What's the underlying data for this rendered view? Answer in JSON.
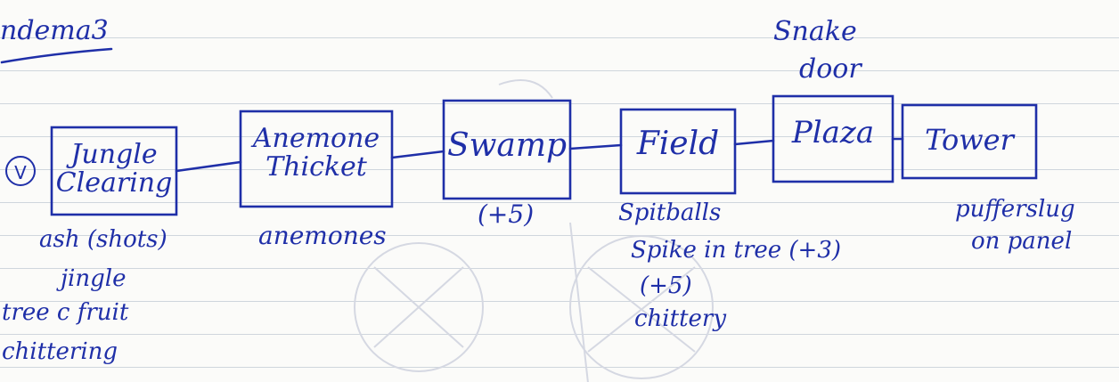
{
  "title": "ndema3",
  "start_marker": "V",
  "rooms": [
    {
      "id": "jungle-clearing",
      "line1": "Jungle",
      "line2": "Clearing"
    },
    {
      "id": "anemone-thicket",
      "line1": "Anemone",
      "line2": "Thicket"
    },
    {
      "id": "swamp",
      "line1": "Swamp",
      "line2": ""
    },
    {
      "id": "field",
      "line1": "Field",
      "line2": ""
    },
    {
      "id": "plaza",
      "line1": "Plaza",
      "line2": ""
    },
    {
      "id": "tower",
      "line1": "Tower",
      "line2": ""
    }
  ],
  "above_notes": {
    "plaza": [
      "Snake",
      "door"
    ]
  },
  "below_notes": {
    "jungle_clearing": [
      "ash (shots)",
      "jingle",
      "tree c fruit",
      "chittering"
    ],
    "anemone_thicket": [
      "anemones"
    ],
    "swamp": [
      "(+5)"
    ],
    "field": [
      "Spitballs",
      "Spike in tree (+3)",
      "(+5)",
      "chittery"
    ],
    "tower": [
      "pufferslug",
      "on panel"
    ]
  }
}
